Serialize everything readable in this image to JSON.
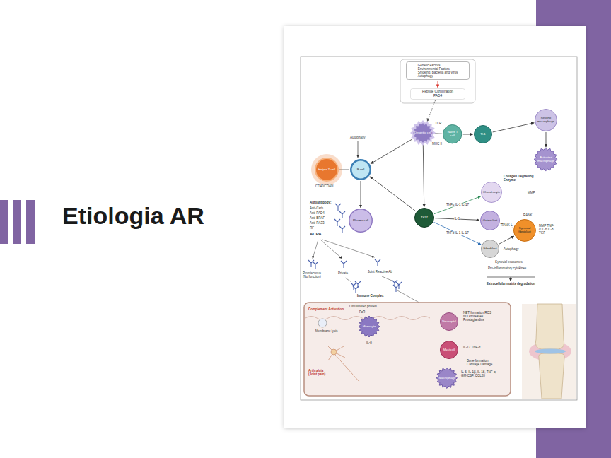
{
  "diagram": {
    "title": "Etiologia AR",
    "nodes": [
      {
        "text": [
          "Genetic Factors",
          "Environmental Factors",
          "Smoking, Bacteria and Virus",
          "Autophagy"
        ]
      },
      {
        "text": [
          "Peptide Citrullination",
          "PAD4"
        ]
      },
      {
        "text": [
          "Dendritic cell"
        ]
      },
      {
        "text": [
          "Naive T cell"
        ]
      },
      {
        "text": [
          "Th1"
        ]
      },
      {
        "text": [
          "Resting macrophage"
        ]
      },
      {
        "text": [
          "Activated macrophage"
        ]
      },
      {
        "text": [
          "Helper T cell"
        ]
      },
      {
        "text": [
          "B cell"
        ]
      },
      {
        "text": [
          "Th17"
        ]
      },
      {
        "text": [
          "Chondrocyte"
        ]
      },
      {
        "text": [
          "Osteoclast"
        ]
      },
      {
        "text": [
          "Synovial fibroblast"
        ]
      },
      {
        "text": [
          "Fibroblast"
        ]
      },
      {
        "text": [
          "Plasma cell"
        ]
      },
      {
        "text": [
          "Monocyte"
        ]
      },
      {
        "text": [
          "Neutrophil"
        ]
      },
      {
        "text": [
          "Mast cell"
        ]
      },
      {
        "text": [
          "Macrophage"
        ]
      }
    ],
    "edges": [
      {
        "from": 0,
        "to": 1,
        "arrow": "to"
      },
      {
        "from": 1,
        "to": 2,
        "arrow": "to"
      },
      {
        "from": 2,
        "to": 3,
        "arrow": "none"
      },
      {
        "from": 3,
        "to": 4,
        "arrow": "to"
      },
      {
        "from": 4,
        "to": 5,
        "arrow": "to"
      },
      {
        "from": 5,
        "to": 6,
        "arrow": "to"
      },
      {
        "from": 2,
        "to": 8,
        "arrow": "to"
      },
      {
        "from": 7,
        "to": 8,
        "arrow": "none"
      },
      {
        "from": 2,
        "to": 9,
        "arrow": "to"
      },
      {
        "from": 9,
        "to": 8,
        "arrow": "to"
      },
      {
        "from": 8,
        "to": 14,
        "arrow": "to"
      },
      {
        "from": 9,
        "to": 10,
        "arrow": "to",
        "label": "TNFα IL-1 IL-17"
      },
      {
        "from": 9,
        "to": 11,
        "arrow": "to",
        "label": "IL-1"
      },
      {
        "from": 9,
        "to": 13,
        "arrow": "to",
        "label": "TNFα IL-1 IL-17"
      },
      {
        "from": 13,
        "to": 12,
        "arrow": "to"
      },
      {
        "from": 12,
        "to": 11,
        "arrow": "to",
        "label": "RANK-L"
      }
    ],
    "labels": [
      "TCR",
      "MHC II",
      "Autophagy",
      "CD40/CD40L",
      "Collagen Degrading Enzyme",
      "MMP",
      "RANK",
      "MMP TNF-α IL-6 IL-8 TGF",
      "Autophagy",
      "Synovial exosomes",
      "Pro-inflammatory cytokines",
      "Extracellular matrix degradation",
      "Autoantibody:",
      "Anti-Carb",
      "Anti-PAD4",
      "Anti-BRAF",
      "Anti-RA33",
      "RF",
      "ACPA",
      "Promiscuous (No function)",
      "Private",
      "Joint Reactive Ab",
      "Immune Complex",
      "Complement Activation",
      "Citrullinated protein",
      "FcR",
      "NET formation ROS NO Proteases Prostaglandins",
      "IL-17 TNF-α",
      "Bone formation Cartilage Damage",
      "IL-6, IL-1β, IL-18, TNF-α, GM-CSF, CCL20",
      "IL-8",
      "Arthralgia (Joint pain)",
      "Membrane lysis"
    ]
  }
}
